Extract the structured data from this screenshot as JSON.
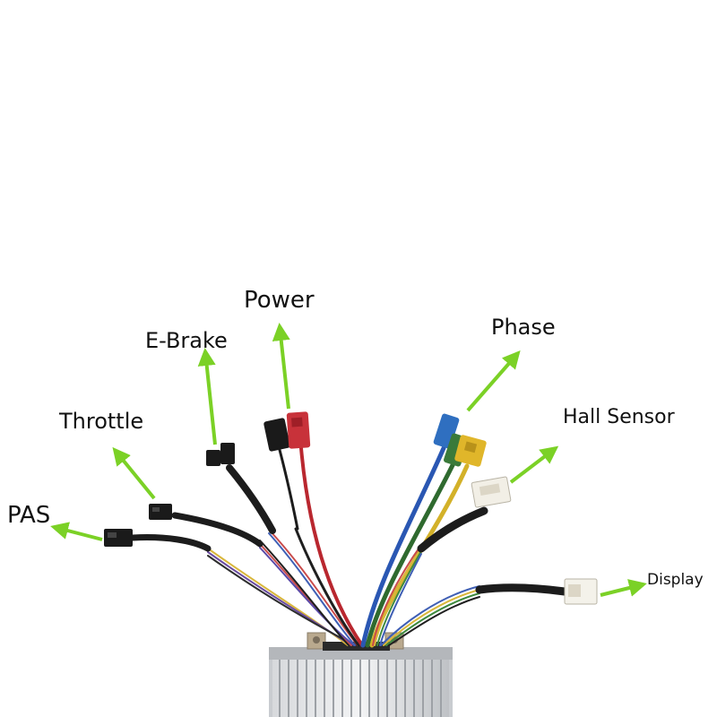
{
  "labels": {
    "pas": "PAS",
    "throttle": "Throttle",
    "ebrake": "E-Brake",
    "power": "Power",
    "phase": "Phase",
    "hall_sensor": "Hall Sensor",
    "display": "Display"
  },
  "colors": {
    "arrow": "#7bd126",
    "label_text": "#111111",
    "power_connector": "#c8323a",
    "phase_blue": "#2f6fc0",
    "phase_green": "#3a7a3a",
    "phase_yellow": "#e0b62a",
    "hall_connector": "#f2efe6",
    "controller_body": "#c9ccd0"
  }
}
